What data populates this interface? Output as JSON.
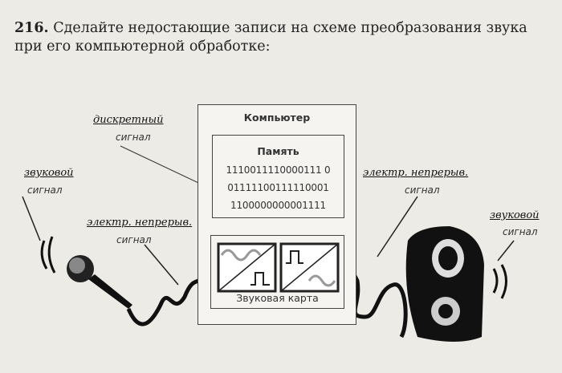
{
  "task": {
    "number": "216.",
    "text": "Сделайте недостающие записи на схеме преобразования звука при его компьютерной обработке:"
  },
  "diagram": {
    "computer_label": "Компьютер",
    "memory_label": "Память",
    "memory_lines": [
      "1110011110000111 0",
      "01111100111110001",
      "1100000000001111"
    ],
    "sound_card_label": "Звуковая карта"
  },
  "labels": {
    "discrete": {
      "hand": "дискретный",
      "printed": "сигнал"
    },
    "sound_left": {
      "hand": "звуковой",
      "printed": "сигнал"
    },
    "electric_left": {
      "hand": "электр. непрерыв.",
      "printed": "сигнал"
    },
    "electric_right": {
      "hand": "электр. непрерыв.",
      "printed": "сигнал"
    },
    "sound_right": {
      "hand": "звуковой",
      "printed": "сигнал"
    }
  }
}
